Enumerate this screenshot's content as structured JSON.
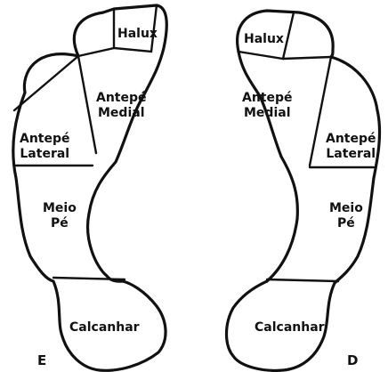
{
  "left_foot": {
    "halux": "Halux",
    "antepe_medial": [
      "Antepé",
      "Medial"
    ],
    "antepe_lateral": [
      "Antepé",
      "Lateral"
    ],
    "meio_pe": [
      "Meio",
      "Pé"
    ],
    "calcanhar": "Calcanhar",
    "side": "E"
  },
  "right_foot": {
    "halux": "Halux",
    "antepe_medial": [
      "Antepé",
      "Medial"
    ],
    "antepe_lateral": [
      "Antepé",
      "Lateral"
    ],
    "meio_pe": [
      "Meio",
      "Pé"
    ],
    "calcanhar": "Calcanhar",
    "side": "D"
  },
  "colors": {
    "line": "#111111",
    "background": "#ffffff"
  }
}
